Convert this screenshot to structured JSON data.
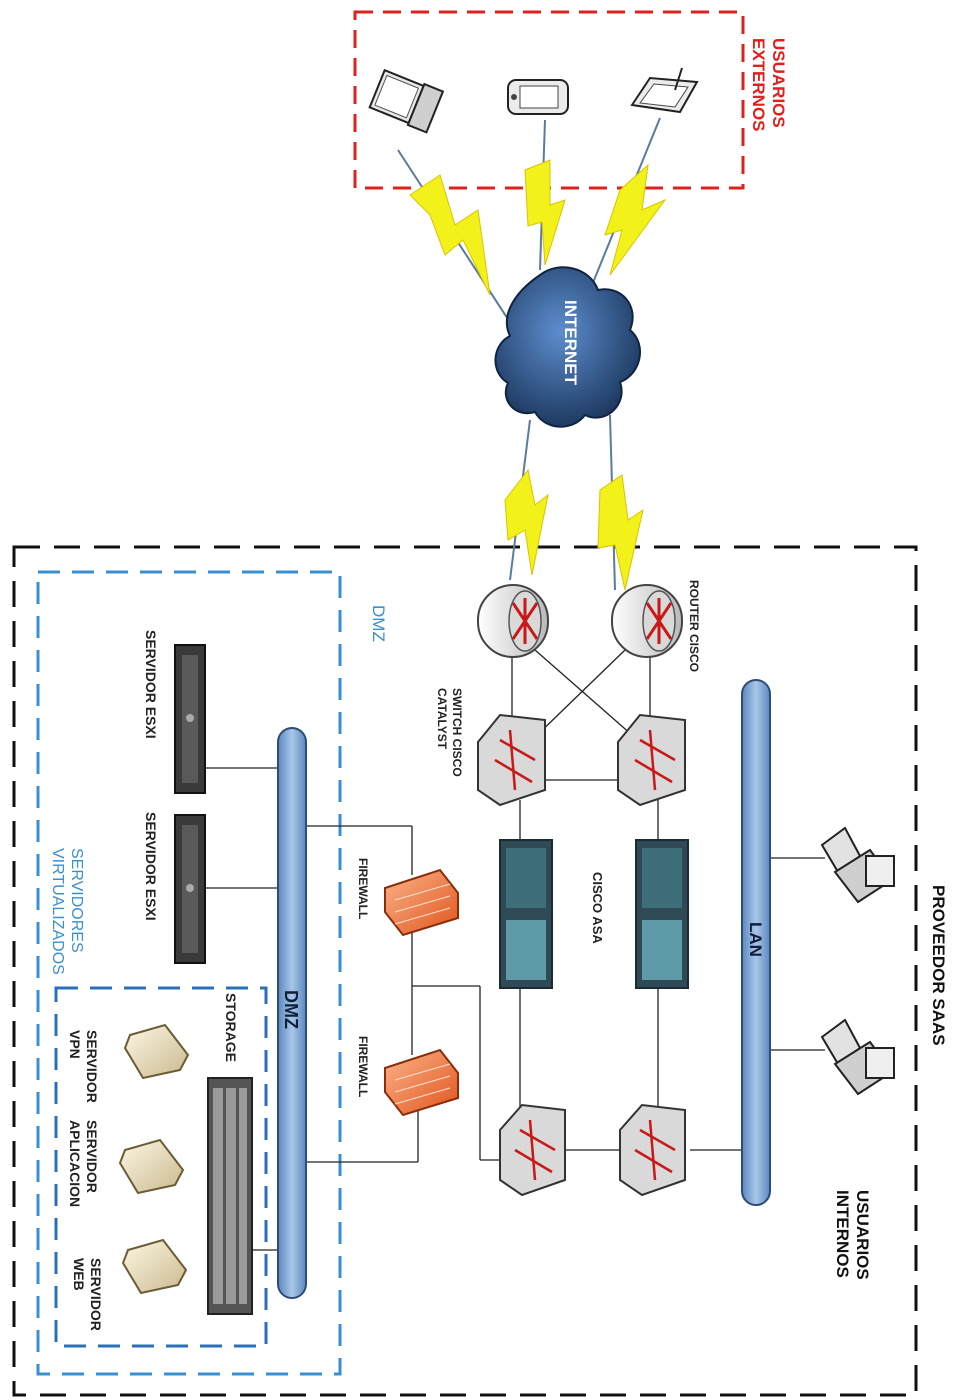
{
  "external": {
    "label_line1": "USUARIOS",
    "label_line2": "EXTERNOS",
    "devices": [
      "laptop-icon",
      "pda-icon",
      "tablet-icon"
    ]
  },
  "internet": {
    "label": "INTERNET"
  },
  "provider": {
    "label": "PROVEEDOR SAAS"
  },
  "router": {
    "label": "ROUTER CISCO"
  },
  "switch": {
    "label_line1": "SWITCH CISCO",
    "label_line2": "CATALYST"
  },
  "asa": {
    "label": "CISCO ASA"
  },
  "lan": {
    "label": "LAN"
  },
  "internal": {
    "label_line1": "USUARIOS",
    "label_line2": "INTERNOS"
  },
  "dmz": {
    "zone_label": "DMZ",
    "bus_label": "DMZ"
  },
  "firewalls": [
    "FIREWALL",
    "FIREWALL"
  ],
  "servers": {
    "esxi": [
      "SERVIDOR ESXI",
      "SERVIDOR ESXI"
    ],
    "storage_label": "STORAGE",
    "virtual_label_line1": "SERVIDORES",
    "virtual_label_line2": "VIRTUALIZADOS",
    "vpn": {
      "line1": "SERVIDOR",
      "line2": "VPN"
    },
    "app": {
      "line1": "SERVIDOR",
      "line2": "APLICACION"
    },
    "web": {
      "line1": "SERVIDOR",
      "line2": "WEB"
    }
  },
  "colors": {
    "external_border": "#e0201c",
    "provider_border": "#111111",
    "dmz_border": "#3a8fd0",
    "bus_fill": "#7fa8d4",
    "lightning": "#f2f21a",
    "firewall": "#f07a3c",
    "cloud": "#1e3d66"
  }
}
